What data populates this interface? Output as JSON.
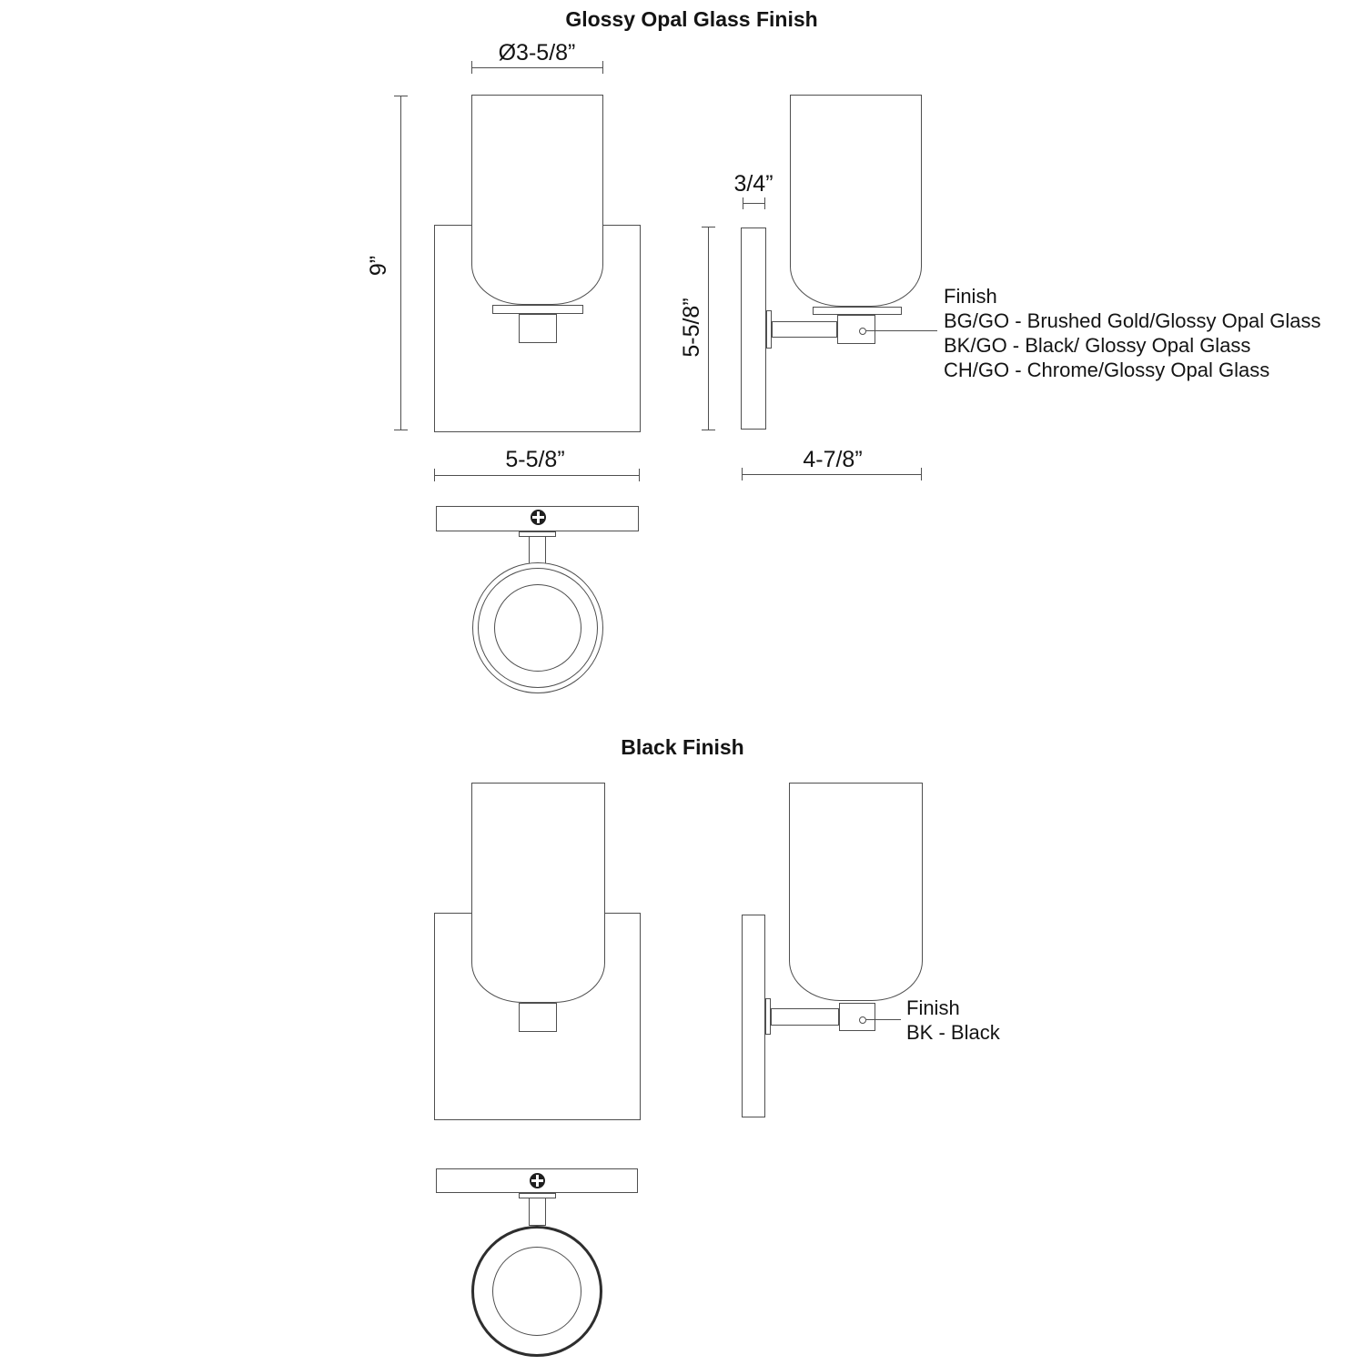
{
  "page": {
    "background": "#ffffff",
    "line_color": "#4f4f4f",
    "text_color": "#141414"
  },
  "glossy_section": {
    "title": "Glossy Opal Glass Finish",
    "dim_shade_diameter": "Ø3-5/8”",
    "dim_overall_height": "9”",
    "dim_plate_depth": "3/4”",
    "dim_plate_height": "5-5/8”",
    "dim_extension": "4-7/8”",
    "dim_backplate_width": "5-5/8”",
    "finish_label": "Finish",
    "finish_options": [
      "BG/GO - Brushed Gold/Glossy Opal Glass",
      "BK/GO - Black/ Glossy Opal Glass",
      "CH/GO - Chrome/Glossy Opal Glass"
    ]
  },
  "black_section": {
    "title": "Black Finish",
    "finish_label": "Finish",
    "finish_options": [
      "BK - Black"
    ]
  }
}
